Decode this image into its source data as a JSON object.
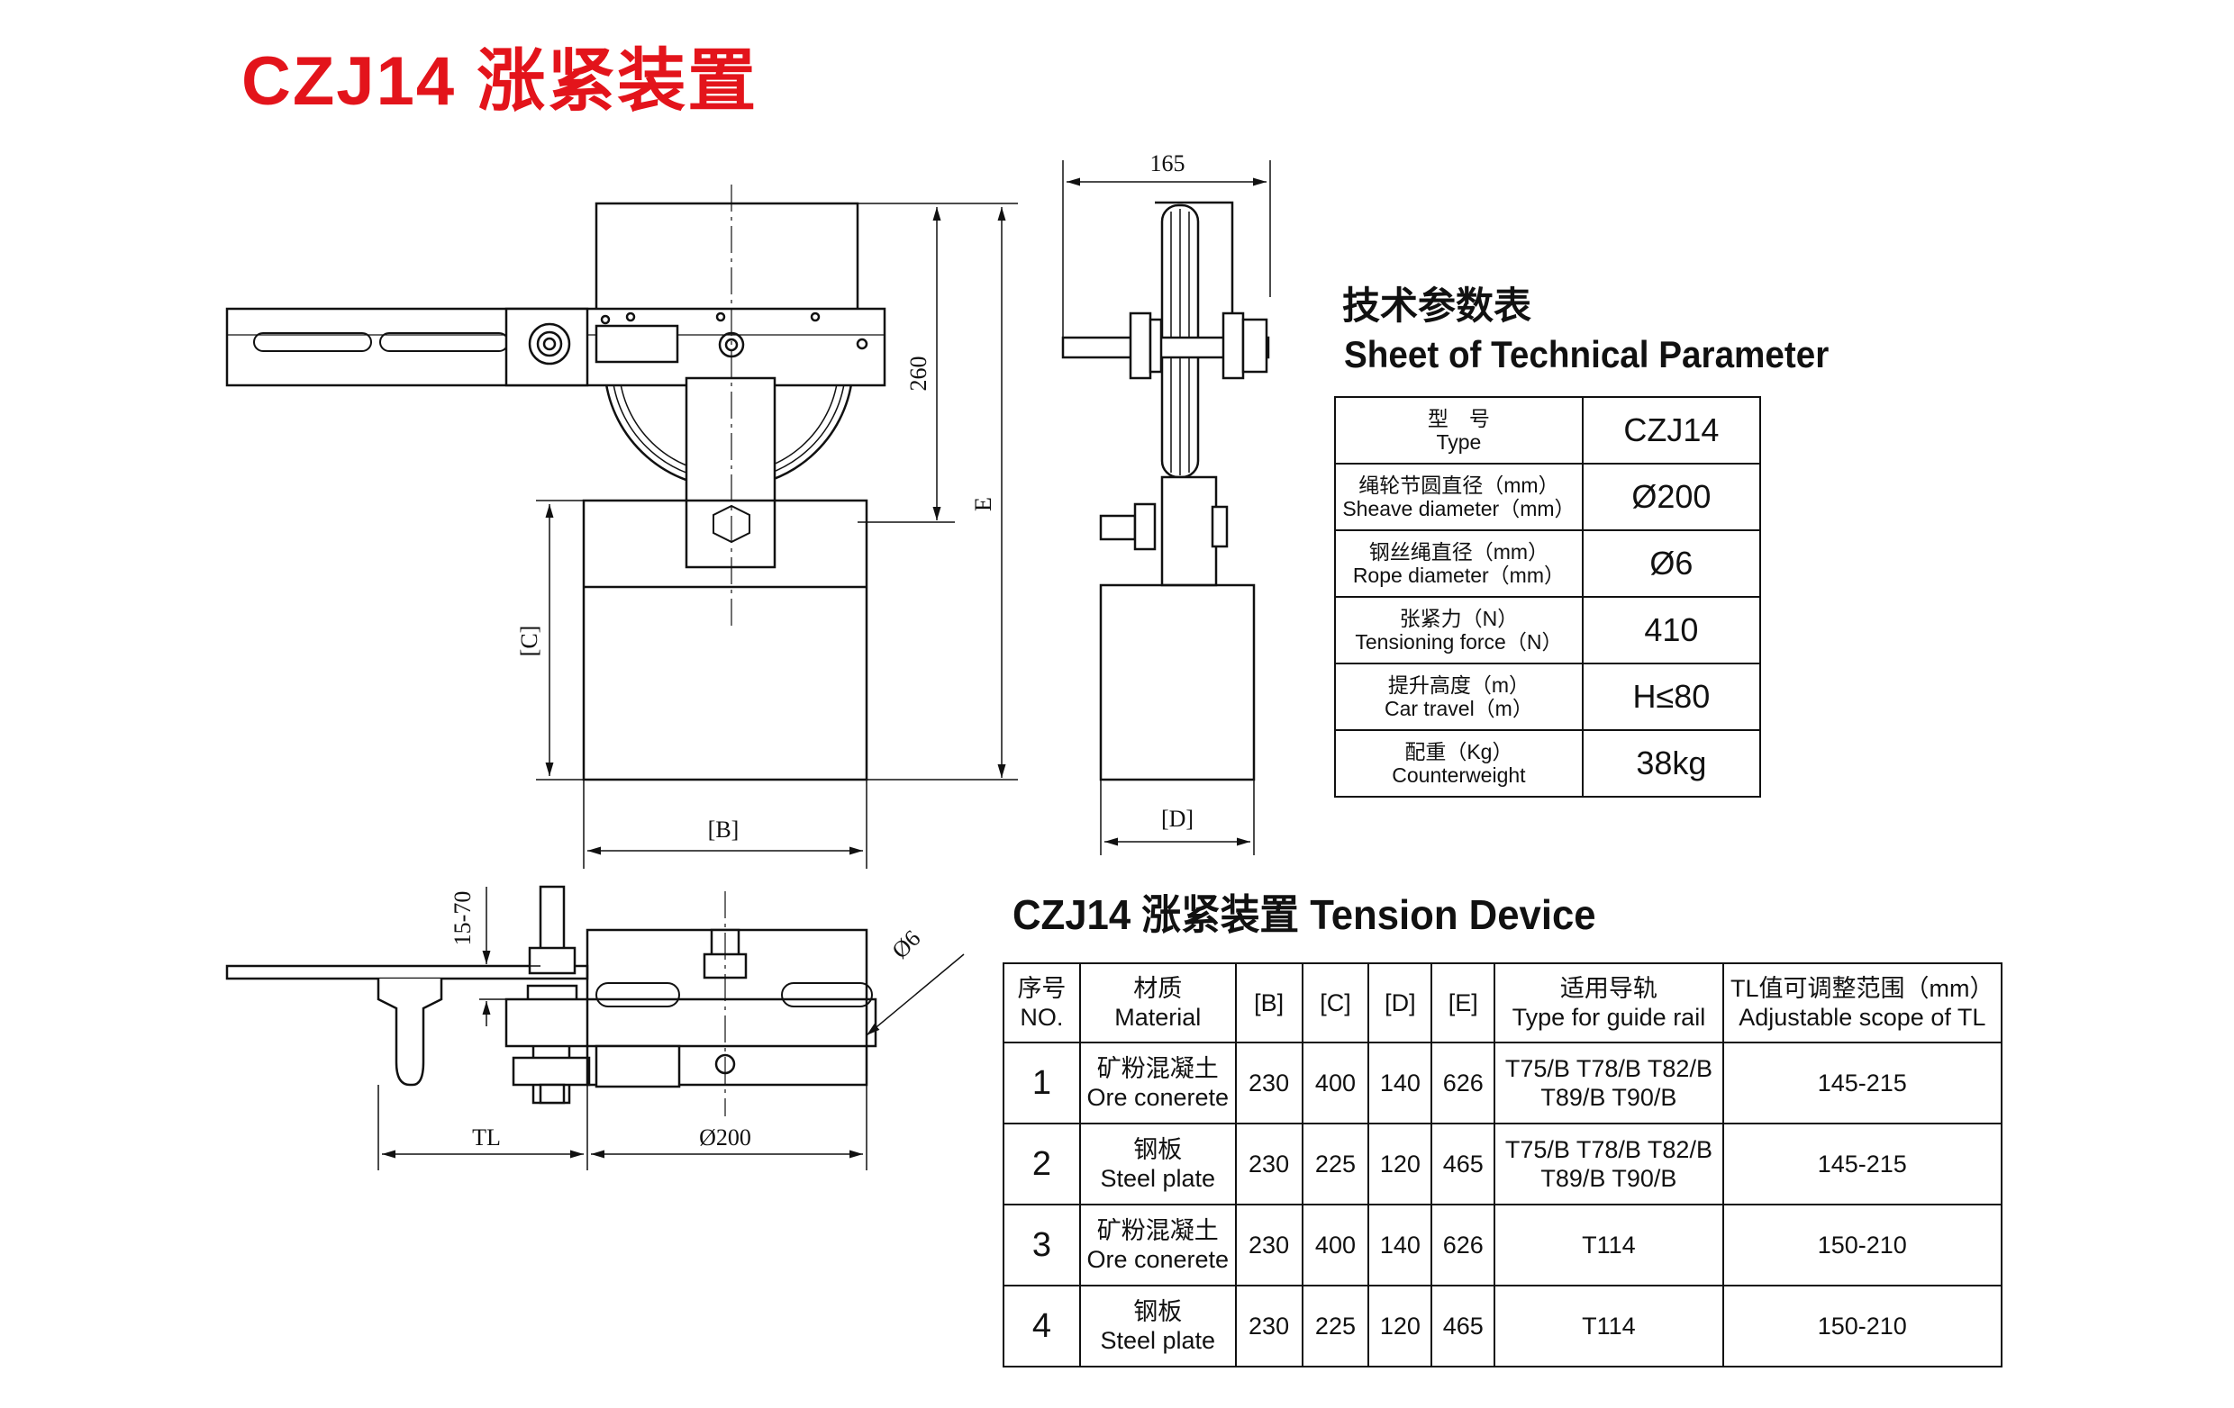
{
  "title": "CZJ14 涨紧装置",
  "drawing_labels": {
    "width_165": "165",
    "height_260": "260",
    "dim_e": "E",
    "dim_c": "[C]",
    "dim_b": "[B]",
    "dim_d": "[D]",
    "adj_15_70": "15-70",
    "rope_d6": "Ø6",
    "tl": "TL",
    "sheave_200": "Ø200"
  },
  "tech_sheet": {
    "title_cn": "技术参数表",
    "title_en": "Sheet of Technical Parameter",
    "rows": [
      {
        "label_cn": "型　号",
        "label_en": "Type",
        "value": "CZJ14"
      },
      {
        "label_cn": "绳轮节圆直径（mm）",
        "label_en": "Sheave diameter（mm）",
        "value": "Ø200"
      },
      {
        "label_cn": "钢丝绳直径（mm）",
        "label_en": "Rope diameter（mm）",
        "value": "Ø6"
      },
      {
        "label_cn": "张紧力（N）",
        "label_en": "Tensioning force（N）",
        "value": "410"
      },
      {
        "label_cn": "提升高度（m）",
        "label_en": "Car travel（m）",
        "value": "H≤80"
      },
      {
        "label_cn": "配重（Kg）",
        "label_en": "Counterweight",
        "value": "38kg"
      }
    ]
  },
  "device_table": {
    "title": "CZJ14 涨紧装置  Tension Device",
    "headers": [
      {
        "cn": "序号",
        "en": "NO."
      },
      {
        "cn": "材质",
        "en": "Material"
      },
      {
        "cn": "[B]",
        "en": ""
      },
      {
        "cn": "[C]",
        "en": ""
      },
      {
        "cn": "[D]",
        "en": ""
      },
      {
        "cn": "[E]",
        "en": ""
      },
      {
        "cn": "适用导轨",
        "en": "Type for guide rail"
      },
      {
        "cn": "TL值可调整范围（mm）",
        "en": "Adjustable scope of TL"
      }
    ],
    "rows": [
      {
        "no": "1",
        "mat_cn": "矿粉混凝土",
        "mat_en": "Ore conerete",
        "b": "230",
        "c": "400",
        "d": "140",
        "e": "626",
        "rail1": "T75/B T78/B T82/B",
        "rail2": "T89/B T90/B",
        "tl": "145-215"
      },
      {
        "no": "2",
        "mat_cn": "钢板",
        "mat_en": "Steel plate",
        "b": "230",
        "c": "225",
        "d": "120",
        "e": "465",
        "rail1": "T75/B T78/B T82/B",
        "rail2": "T89/B T90/B",
        "tl": "145-215"
      },
      {
        "no": "3",
        "mat_cn": "矿粉混凝土",
        "mat_en": "Ore conerete",
        "b": "230",
        "c": "400",
        "d": "140",
        "e": "626",
        "rail1": "T114",
        "rail2": "",
        "tl": "150-210"
      },
      {
        "no": "4",
        "mat_cn": "钢板",
        "mat_en": "Steel plate",
        "b": "230",
        "c": "225",
        "d": "120",
        "e": "465",
        "rail1": "T114",
        "rail2": "",
        "tl": "150-210"
      }
    ]
  }
}
